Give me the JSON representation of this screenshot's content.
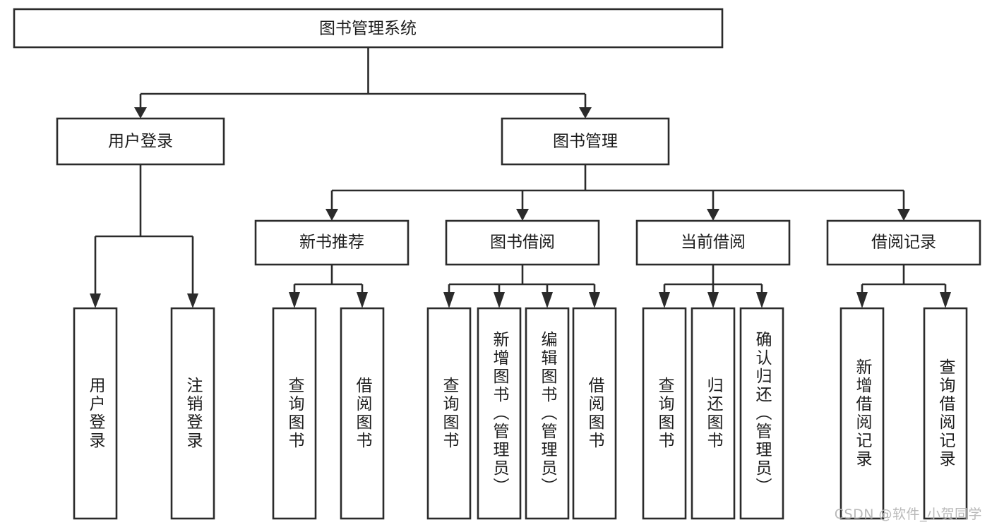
{
  "diagram": {
    "type": "tree-hierarchy",
    "title": "图书管理系统",
    "root": {
      "label": "图书管理系统",
      "level": 1
    },
    "level2": [
      {
        "label": "用户登录"
      },
      {
        "label": "图书管理"
      }
    ],
    "level3": [
      {
        "label": "新书推荐",
        "parent": "图书管理"
      },
      {
        "label": "图书借阅",
        "parent": "图书管理"
      },
      {
        "label": "当前借阅",
        "parent": "图书管理"
      },
      {
        "label": "借阅记录",
        "parent": "图书管理"
      }
    ],
    "leaves": {
      "user_login": [
        {
          "label": "用户登录"
        },
        {
          "label": "注销登录"
        }
      ],
      "new_book_recommend": [
        {
          "label": "查询图书"
        },
        {
          "label": "借阅图书"
        }
      ],
      "book_borrow": [
        {
          "label": "查询图书"
        },
        {
          "label": "新增图书（管理员）"
        },
        {
          "label": "编辑图书（管理员）"
        },
        {
          "label": "借阅图书"
        }
      ],
      "current_borrow": [
        {
          "label": "查询图书"
        },
        {
          "label": "归还图书"
        },
        {
          "label": "确认归还（管理员）"
        }
      ],
      "borrow_records": [
        {
          "label": "新增借阅记录"
        },
        {
          "label": "查询借阅记录"
        }
      ]
    }
  },
  "watermark": {
    "text": "CSDN @软件_小贺同学"
  },
  "colors": {
    "stroke": "#2b2b2b",
    "fill": "#ffffff",
    "text": "#1d1d1d",
    "watermark": "#b9b9b9",
    "background": "#ffffff"
  }
}
